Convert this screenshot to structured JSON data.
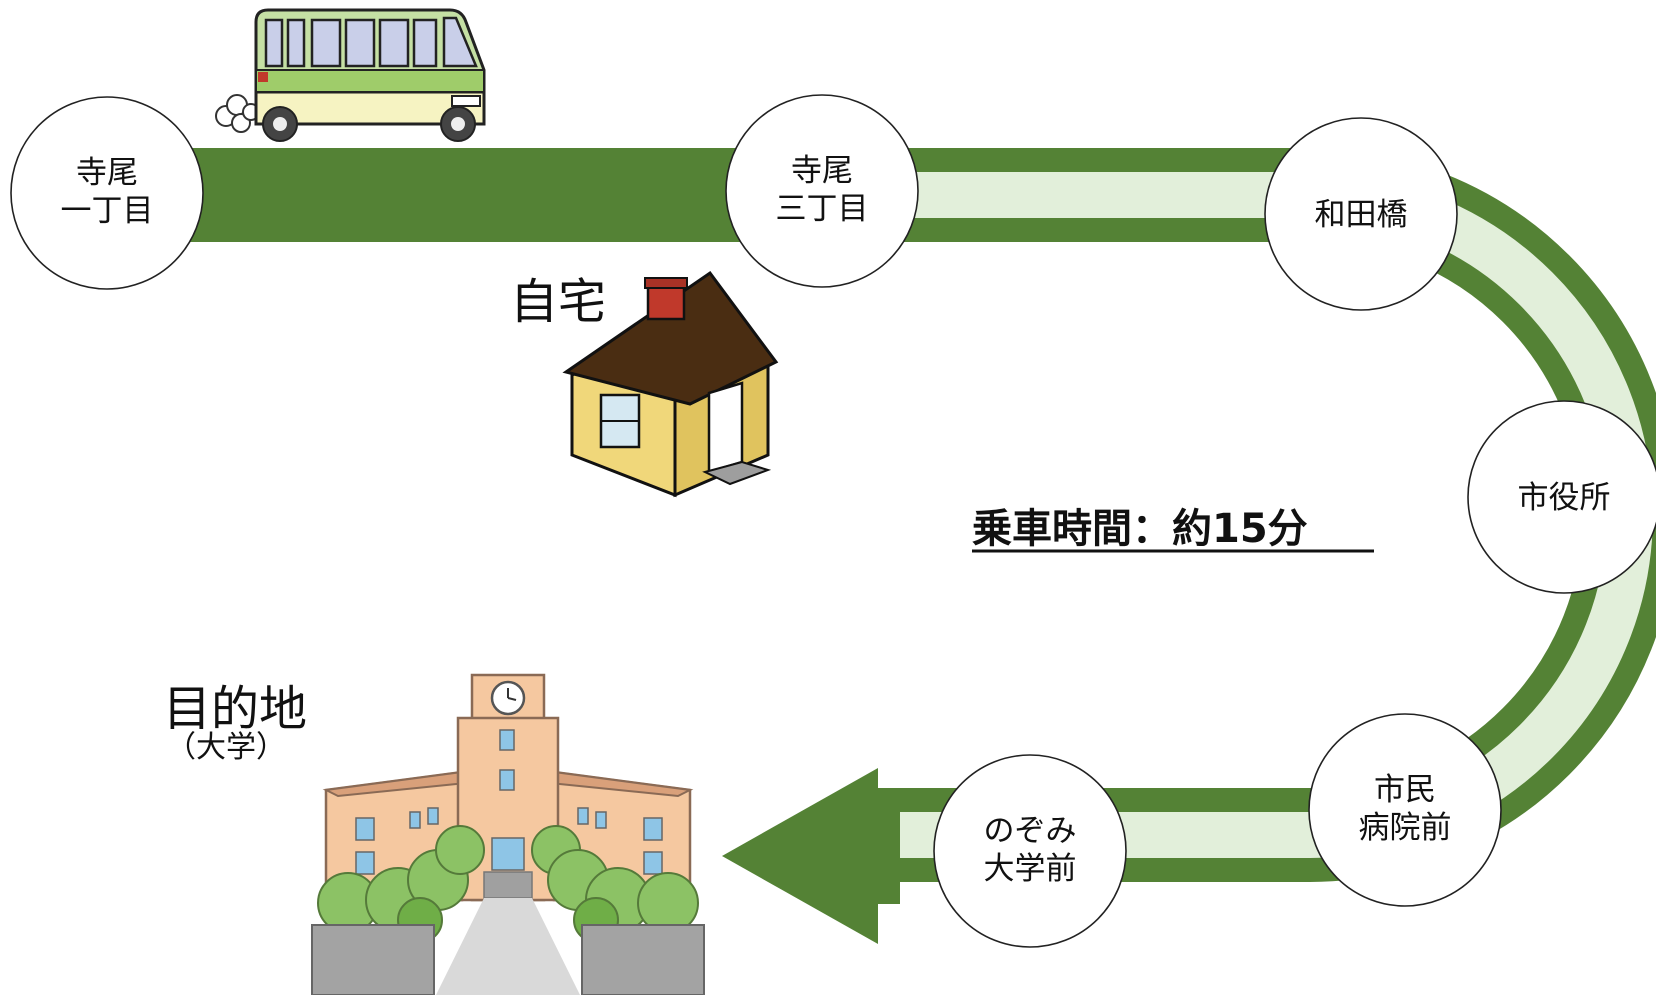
{
  "colors": {
    "route_dark": "#548235",
    "route_light": "#e2efda"
  },
  "stops": [
    {
      "id": "tera1",
      "lines": [
        "寺尾",
        "一丁目"
      ]
    },
    {
      "id": "tera3",
      "lines": [
        "寺尾",
        "三丁目"
      ]
    },
    {
      "id": "wada",
      "lines": [
        "和田橋"
      ]
    },
    {
      "id": "shiyakusho",
      "lines": [
        "市役所"
      ]
    },
    {
      "id": "shimin",
      "lines": [
        "市民",
        "病院前"
      ]
    },
    {
      "id": "nozomi",
      "lines": [
        "のぞみ",
        "大学前"
      ]
    }
  ],
  "home": {
    "label": "自宅"
  },
  "destination": {
    "label": "目的地",
    "sublabel": "（大学）"
  },
  "ride_time": {
    "label": "乗車時間：約15分"
  },
  "icons": {
    "bus": "bus-icon",
    "house": "house-icon",
    "university": "university-icon",
    "arrow": "arrow-head-icon"
  }
}
